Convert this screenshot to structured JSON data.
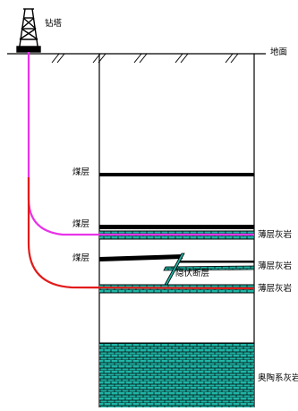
{
  "labels": {
    "rig": "钻塔",
    "ground": "地面",
    "coal_1": "煤层",
    "coal_2": "煤层",
    "coal_3": "煤层",
    "limestone_1": "薄层灰岩",
    "limestone_2": "薄层灰岩",
    "limestone_3": "薄层灰岩",
    "fault": "隐伏断层",
    "ordovician": "奥陶系灰岩"
  },
  "colors": {
    "well_upper": "#e833e8",
    "well_lower": "#e21b1b",
    "limestone_fill": "#1fb5a6",
    "coal": "#000000",
    "outline": "#000000"
  },
  "icons": [
    "drill-rig-icon"
  ]
}
